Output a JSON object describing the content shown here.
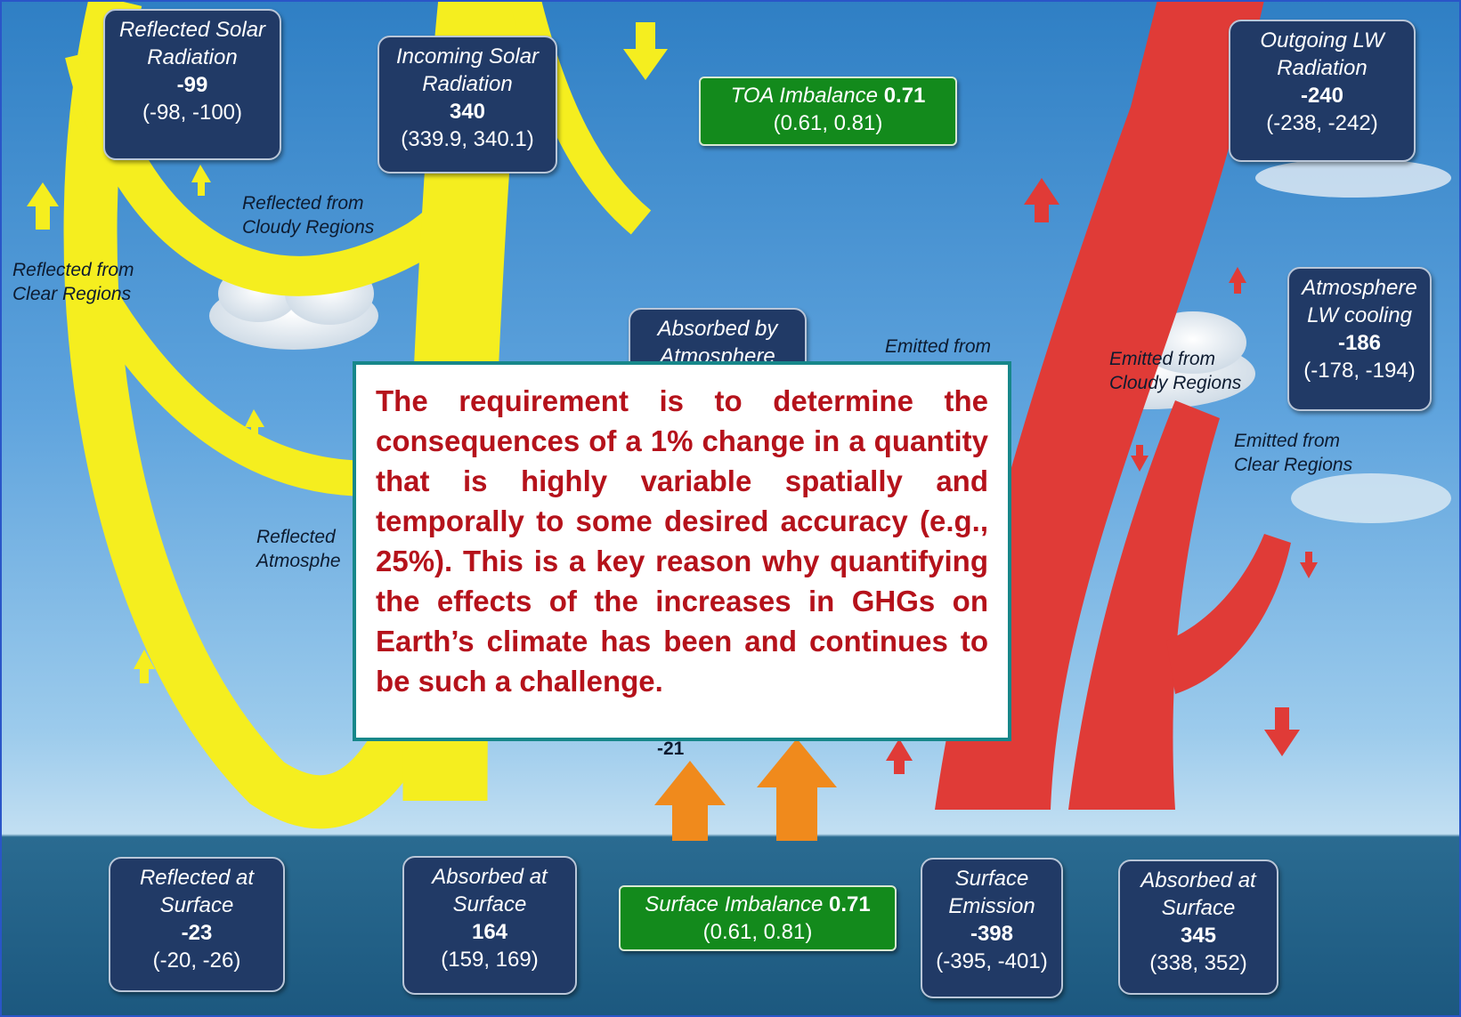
{
  "boxes": {
    "reflected_solar": {
      "name_line1": "Reflected Solar",
      "name_line2": "Radiation",
      "value": "-99",
      "range": "(-98, -100)"
    },
    "incoming_solar": {
      "name_line1": "Incoming Solar",
      "name_line2": "Radiation",
      "value": "340",
      "range": "(339.9, 340.1)"
    },
    "outgoing_lw": {
      "name_line1": "Outgoing LW",
      "name_line2": "Radiation",
      "value": "-240",
      "range": "(-238, -242)"
    },
    "atmosphere_lw": {
      "name_line1": "Atmosphere",
      "name_line2": "LW cooling",
      "value": "-186",
      "range": "(-178, -194)"
    },
    "absorbed_atmosphere": {
      "name_line1": "Absorbed by",
      "name_line2": "Atmosphere"
    },
    "reflected_surface": {
      "name_line1": "Reflected  at",
      "name_line2": "Surface",
      "value": "-23",
      "range": "(-20, -26)"
    },
    "absorbed_surface_sw": {
      "name_line1": "Absorbed at",
      "name_line2": "Surface",
      "value": "164",
      "range": "(159, 169)"
    },
    "surface_emission": {
      "name_line1": "Surface",
      "name_line2": "Emission",
      "value": "-398",
      "range": "(-395, -401)"
    },
    "absorbed_surface_lw": {
      "name_line1": "Absorbed at",
      "name_line2": "Surface",
      "value": "345",
      "range": "(338, 352)"
    }
  },
  "green_boxes": {
    "toa": {
      "name": "TOA Imbalance",
      "value": "0.71",
      "range": "(0.61, 0.81)"
    },
    "surface": {
      "name": "Surface Imbalance",
      "value": "0.71",
      "range": "(0.61, 0.81)"
    }
  },
  "labels": {
    "reflected_cloudy": [
      "Reflected from",
      "Cloudy Regions"
    ],
    "reflected_clear": [
      "Reflected from",
      "Clear Regions"
    ],
    "reflected_atm": [
      "Reflected",
      "Atmosphe"
    ],
    "emitted_from": "Emitted from",
    "emitted_cloudy": [
      "Emitted from",
      "Cloudy Regions"
    ],
    "emitted_clear": [
      "Emitted from",
      "Clear Regions"
    ],
    "partial_value": "-21"
  },
  "callout_text": "The requirement is to determine the consequences of a 1% change in a quantity that is highly variable spatially and temporally to some desired accuracy (e.g., 25%). This is a key reason why quantifying the effects of the increases in GHGs on Earth’s climate has been and continues to be such a challenge.",
  "colors": {
    "sw_arrow": "#f5ee1f",
    "lw_arrow": "#e03b37",
    "box_fill": "#213a66",
    "green_box": "#138a1c",
    "callout_text": "#b5121b",
    "callout_border": "#17878a"
  }
}
